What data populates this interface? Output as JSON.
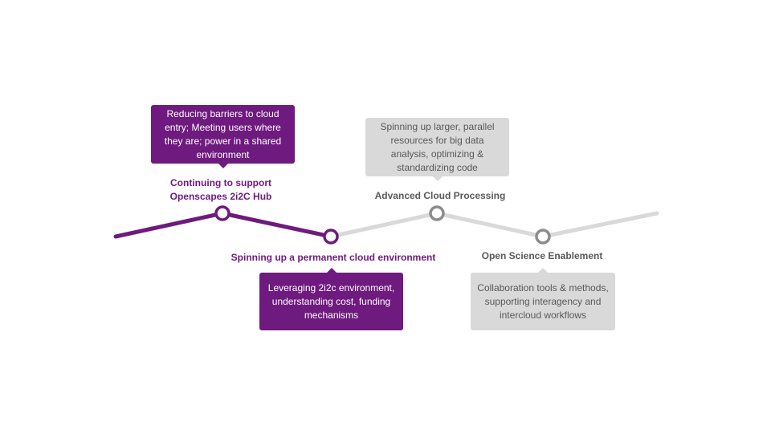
{
  "colors": {
    "active": "#6e1a7e",
    "inactive_line": "#d9d9d9",
    "inactive_node": "#8c8c8c",
    "inactive_text": "#595959"
  },
  "milestones": [
    {
      "title": "Continuing to support Openscapes 2i2C Hub",
      "description": "Reducing barriers to cloud entry; Meeting users where they are; power in a shared environment",
      "status": "active"
    },
    {
      "title": "Spinning up a permanent cloud environment",
      "description": "Leveraging 2i2c environment, understanding cost, funding mechanisms",
      "status": "active"
    },
    {
      "title": "Advanced Cloud Processing",
      "description": "Spinning up larger, parallel resources for big data analysis, optimizing & standardizing code",
      "status": "upcoming"
    },
    {
      "title": "Open Science Enablement",
      "description": "Collaboration tools & methods, supporting interagency and intercloud workflows",
      "status": "upcoming"
    }
  ]
}
